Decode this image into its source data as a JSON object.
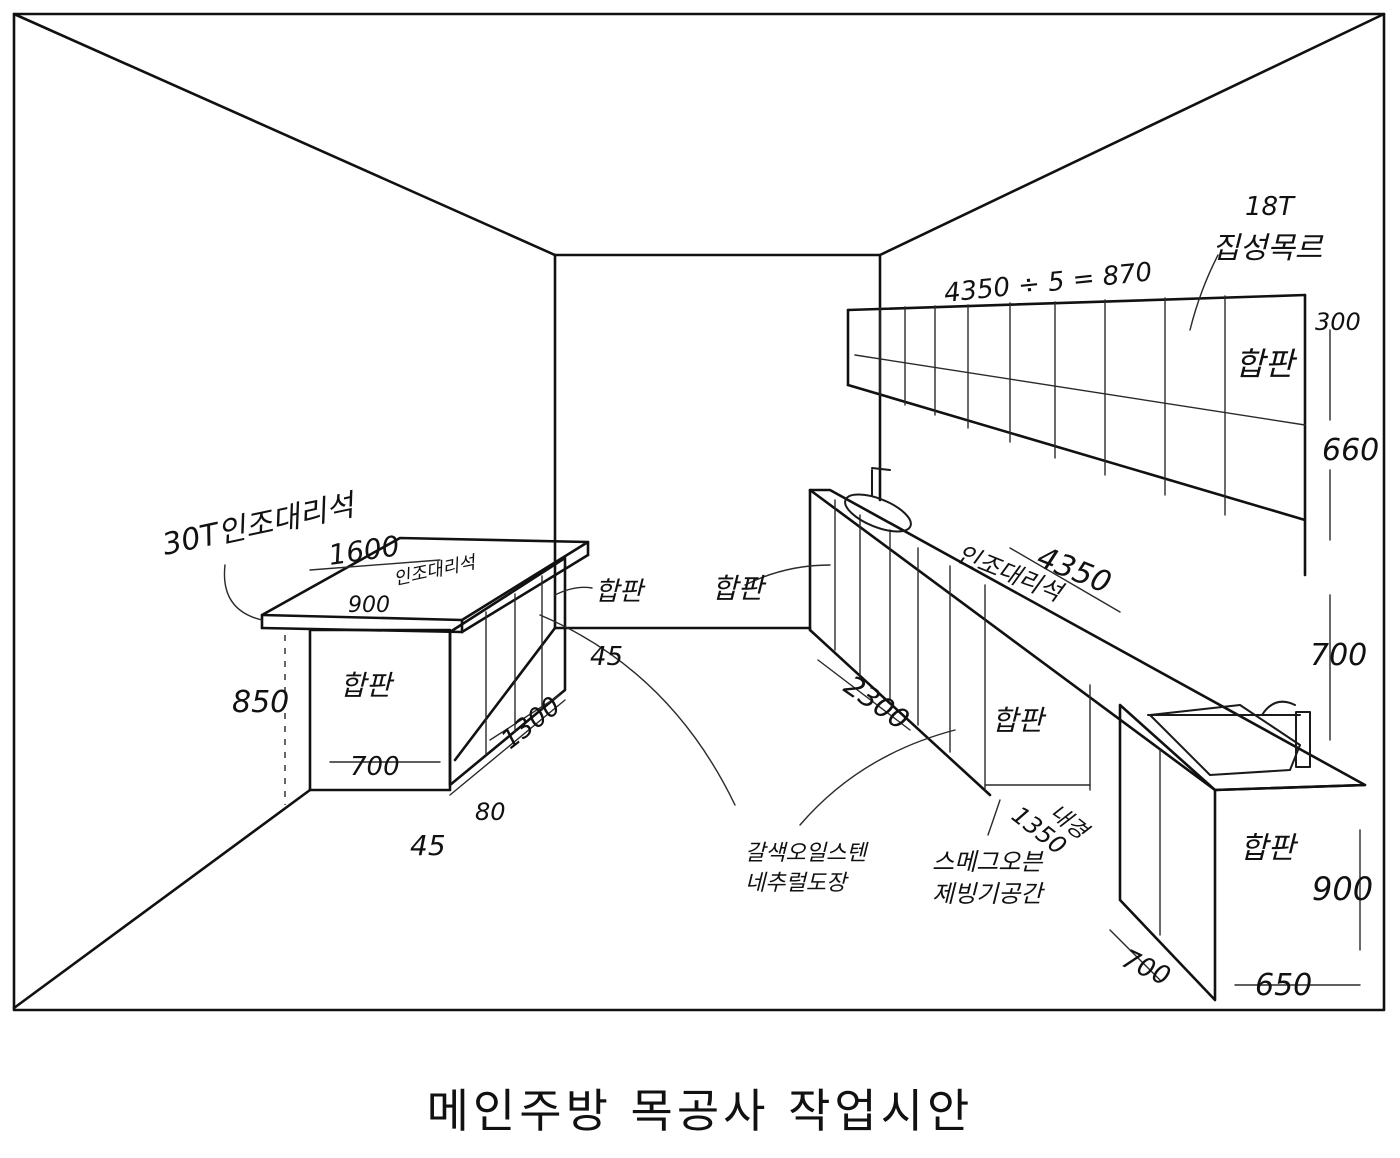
{
  "labels": {
    "island_top_material": "30T인조대리석",
    "island_length": "1600",
    "island_top_note": "인조대리석",
    "island_top_depth": "900",
    "island_height": "850",
    "island_door": "합판",
    "island_side_depth": "700",
    "island_toe": "45",
    "island_toe_height": "80",
    "island_length_side": "1300",
    "island_kick": "45",
    "island_side_door": "합판",
    "left_run_door": "합판",
    "wall_cab_calc": "4350 ÷ 5 = 870",
    "wall_cab_material_a": "18T",
    "wall_cab_material_b": "집성목르",
    "wall_cab_door": "합판",
    "wall_cab_height_top": "300",
    "wall_cab_height": "660",
    "gap_height": "700",
    "counter_length": "4350",
    "counter_top": "인조대리석",
    "run_length": "2300",
    "run_door": "합판",
    "oven_width": "1350",
    "oven_note": "내경",
    "oven_label_a": "스메그오븐",
    "oven_label_b": "제빙기공간",
    "floor_label_a": "갈색오일스텐",
    "floor_label_b": "네추럴도장",
    "sink_cab_door": "합판",
    "sink_cab_height": "900",
    "sink_cab_depth": "650",
    "sink_cab_width": "700"
  },
  "caption": "메인주방 목공사 작업시안"
}
